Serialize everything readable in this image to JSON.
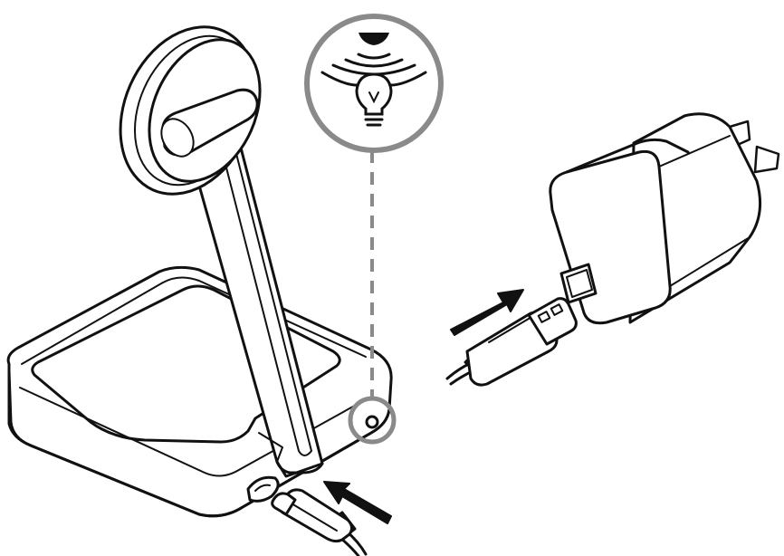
{
  "diagram": {
    "components": [
      {
        "id": "charging-stand",
        "icon": "wireless-charger-stand-icon"
      },
      {
        "id": "led-indicator-callout",
        "icon": "light-bulb-icon"
      },
      {
        "id": "usb-c-cable",
        "icon": "usb-c-plug-icon"
      },
      {
        "id": "usb-a-cable",
        "icon": "usb-a-plug-icon"
      },
      {
        "id": "power-adapter",
        "icon": "wall-adapter-icon"
      }
    ],
    "arrows": [
      {
        "id": "insert-usb-a-arrow",
        "direction": "up-right"
      },
      {
        "id": "insert-usb-c-arrow",
        "direction": "up-left"
      }
    ],
    "colors": {
      "line": "#111111",
      "fill": "#ffffff",
      "callout": "#8a8a8a",
      "arrow": "#111111"
    }
  }
}
